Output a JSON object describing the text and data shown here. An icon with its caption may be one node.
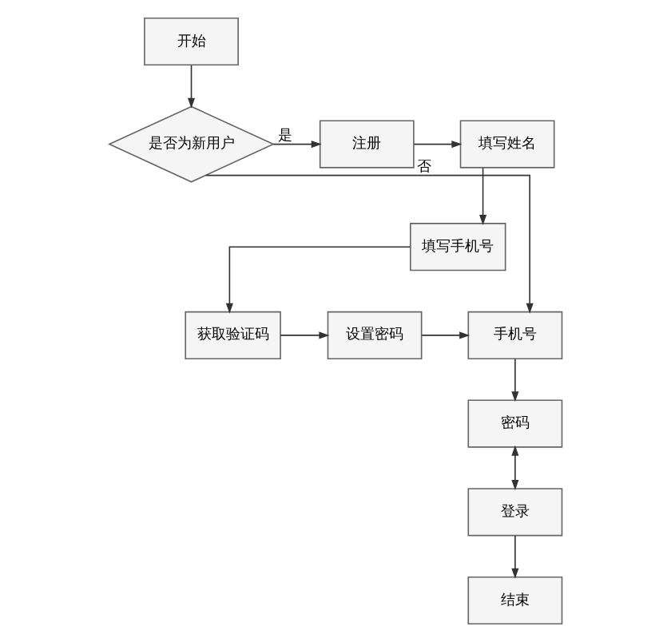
{
  "diagram": {
    "nodes": [
      {
        "text": [
          "开始"
        ]
      },
      {
        "text": [
          "是否为新用户"
        ]
      },
      {
        "text": [
          "注册"
        ]
      },
      {
        "text": [
          "填写姓名"
        ]
      },
      {
        "text": [
          "填写手机号"
        ]
      },
      {
        "text": [
          "获取验证码"
        ]
      },
      {
        "text": [
          "设置密码"
        ]
      },
      {
        "text": [
          "手机号"
        ]
      },
      {
        "text": [
          "密码"
        ]
      },
      {
        "text": [
          "登录"
        ]
      },
      {
        "text": [
          "结束"
        ]
      }
    ],
    "edges": [
      {
        "from": 0,
        "to": 1,
        "arrow": "to"
      },
      {
        "from": 1,
        "to": 2,
        "arrow": "to",
        "label": "是"
      },
      {
        "from": 2,
        "to": 3,
        "arrow": "to"
      },
      {
        "from": 3,
        "to": 4,
        "arrow": "to"
      },
      {
        "from": 4,
        "to": 5,
        "arrow": "to"
      },
      {
        "from": 5,
        "to": 6,
        "arrow": "to"
      },
      {
        "from": 6,
        "to": 7,
        "arrow": "to"
      },
      {
        "from": 1,
        "to": 7,
        "arrow": "to",
        "label": "否"
      },
      {
        "from": 7,
        "to": 8,
        "arrow": "to"
      },
      {
        "from": 8,
        "to": 9,
        "arrow": "both"
      },
      {
        "from": 9,
        "to": 10,
        "arrow": "to"
      }
    ]
  }
}
